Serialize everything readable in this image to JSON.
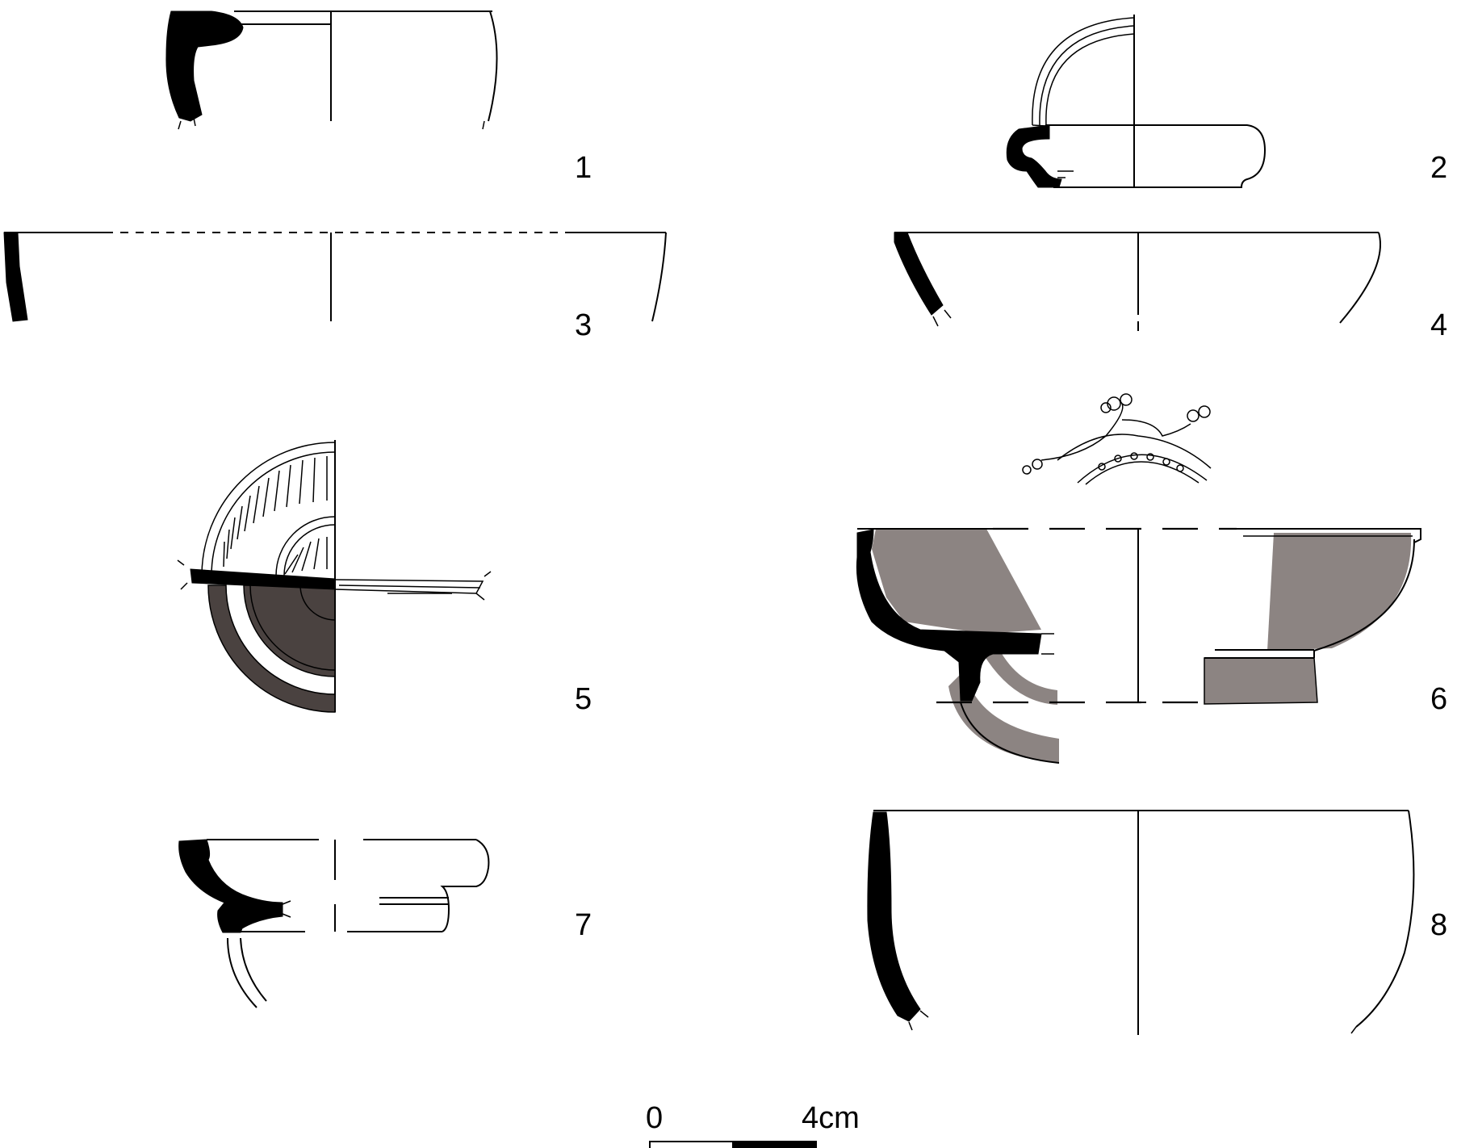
{
  "figures": [
    {
      "id": "1",
      "label": "1"
    },
    {
      "id": "2",
      "label": "2"
    },
    {
      "id": "3",
      "label": "3"
    },
    {
      "id": "4",
      "label": "4"
    },
    {
      "id": "5",
      "label": "5"
    },
    {
      "id": "6",
      "label": "6"
    },
    {
      "id": "7",
      "label": "7"
    },
    {
      "id": "8",
      "label": "8"
    }
  ],
  "scale_bar": {
    "start_label": "0",
    "end_label": "4cm",
    "colors": [
      "#ffffff",
      "#000000"
    ]
  },
  "colors": {
    "section": "#000000",
    "slip_grey": "#8c8482",
    "slip_dark": "#4a4240",
    "background": "#ffffff"
  }
}
